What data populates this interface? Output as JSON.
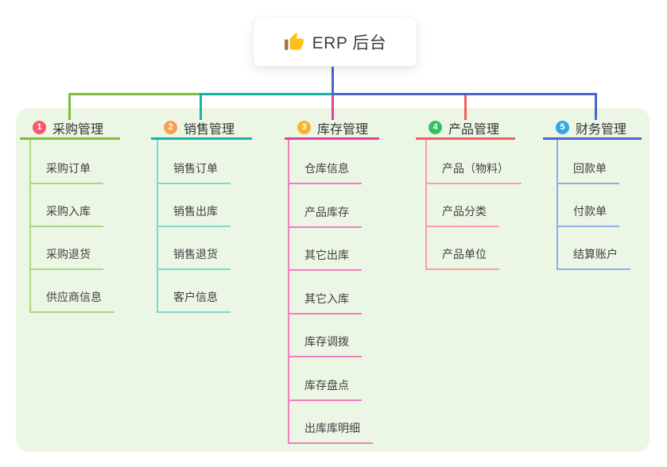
{
  "root": {
    "title": "ERP 后台",
    "icon": "thumbs-up-icon"
  },
  "colors": {
    "panel_bg": "#ebf7e4",
    "root_connector": "#4a64d0",
    "root_card_bg": "#ffffff"
  },
  "branches": [
    {
      "badge": "1",
      "label": "采购管理",
      "badge_color": "#f8566f",
      "line_color": "#7ebc3f",
      "child_line_color": "#abd584",
      "children": [
        "采购订单",
        "采购入库",
        "采购退货",
        "供应商信息"
      ]
    },
    {
      "badge": "2",
      "label": "销售管理",
      "badge_color": "#fa9d50",
      "line_color": "#14b3a6",
      "child_line_color": "#82d7cd",
      "children": [
        "销售订单",
        "销售出库",
        "销售退货",
        "客户信息"
      ]
    },
    {
      "badge": "3",
      "label": "库存管理",
      "badge_color": "#f7b32b",
      "line_color": "#e73f9c",
      "child_line_color": "#f07ec0",
      "children": [
        "仓库信息",
        "产品库存",
        "其它出库",
        "其它入库",
        "库存调拨",
        "库存盘点",
        "出库库明细"
      ]
    },
    {
      "badge": "4",
      "label": "产品管理",
      "badge_color": "#33c162",
      "line_color": "#f25e5e",
      "child_line_color": "#f7a0a0",
      "children": [
        "产品（物料）",
        "产品分类",
        "产品单位"
      ]
    },
    {
      "badge": "5",
      "label": "财务管理",
      "badge_color": "#2ea9e2",
      "line_color": "#4a64d0",
      "child_line_color": "#93abe8",
      "children": [
        "回款单",
        "付款单",
        "结算账户"
      ]
    }
  ]
}
